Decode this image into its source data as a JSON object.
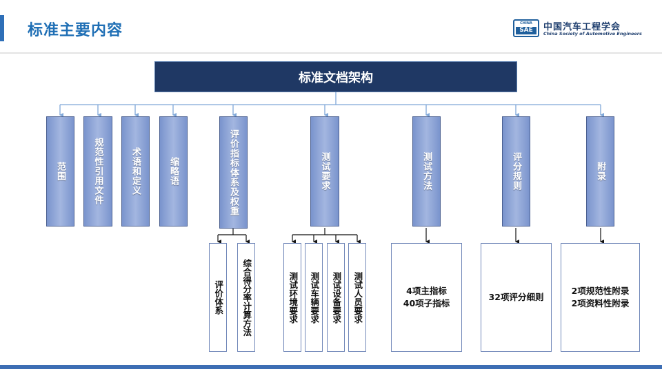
{
  "header": {
    "title": "标准主要内容",
    "logo": {
      "badge_small": "CHINA",
      "badge_big": "SAE",
      "name_cn": "中国汽车工程学会",
      "name_en": "China Society of Automotive Engineers"
    }
  },
  "diagram": {
    "root": "标准文档架构",
    "sections": [
      "范围",
      "规范性引用文件",
      "术语和定义",
      "缩略语",
      "评价指标体系及权重",
      "测试要求",
      "测试方法",
      "评分规则",
      "附录"
    ],
    "subsections": {
      "evaluation": [
        "评价体系",
        "综合得分率计算方法"
      ],
      "test_requirements": [
        "测试环境要求",
        "测试车辆要求",
        "测试设备要求",
        "测试人员要求"
      ],
      "test_methods": [
        "4项主指标",
        "40项子指标"
      ],
      "scoring": [
        "32项评分细则"
      ],
      "appendix": [
        "2项规范性附录",
        "2项资料性附录"
      ]
    }
  },
  "colors": {
    "title_blue": "#1f6fb5",
    "root_fill": "#1f3864",
    "node_fill": "#8fa6d8",
    "connector": "#7fa7d8"
  }
}
